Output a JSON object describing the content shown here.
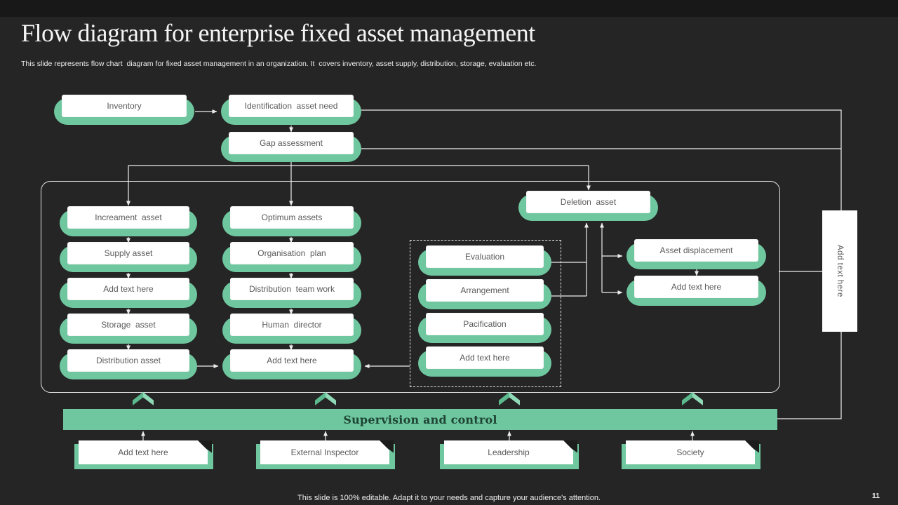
{
  "slide": {
    "title": "Flow diagram for enterprise fixed asset management",
    "subtitle": "This slide represents flow chart  diagram for fixed asset management in an organization. It  covers inventory, asset supply, distribution, storage, evaluation etc.",
    "footer": "This slide is 100% editable. Adapt it to your needs and capture your audience's attention.",
    "page_number": "11"
  },
  "colors": {
    "background": "#252525",
    "accent_green": "#6FC7A0",
    "chevron_dark": "#5CB98D",
    "chevron_light": "#8FD9B7",
    "connector": "#EDEDED",
    "node_text": "#5A5A5A",
    "bar_text": "#1E4434"
  },
  "flow": {
    "inventory": "Inventory",
    "identification_asset_need": "Identification  asset need",
    "gap_assessment": "Gap assessment",
    "column1": [
      "Increament  asset",
      "Supply asset",
      "Add text here",
      "Storage  asset",
      "Distribution asset"
    ],
    "column2": [
      "Optimum assets",
      "Organisation  plan",
      "Distribution  team work",
      "Human  director",
      "Add text here"
    ],
    "dashed_group": [
      "Evaluation",
      "Arrangement",
      "Pacification",
      "Add text here"
    ],
    "deletion_asset": "Deletion  asset",
    "asset_displacement": "Asset displacement",
    "displacement_add_text": "Add text here",
    "side_note": "Add text here"
  },
  "supervision_bar": {
    "label": "Supervision and control"
  },
  "bottom_row": [
    "Add text here",
    "External Inspector",
    "Leadership",
    "Society"
  ]
}
